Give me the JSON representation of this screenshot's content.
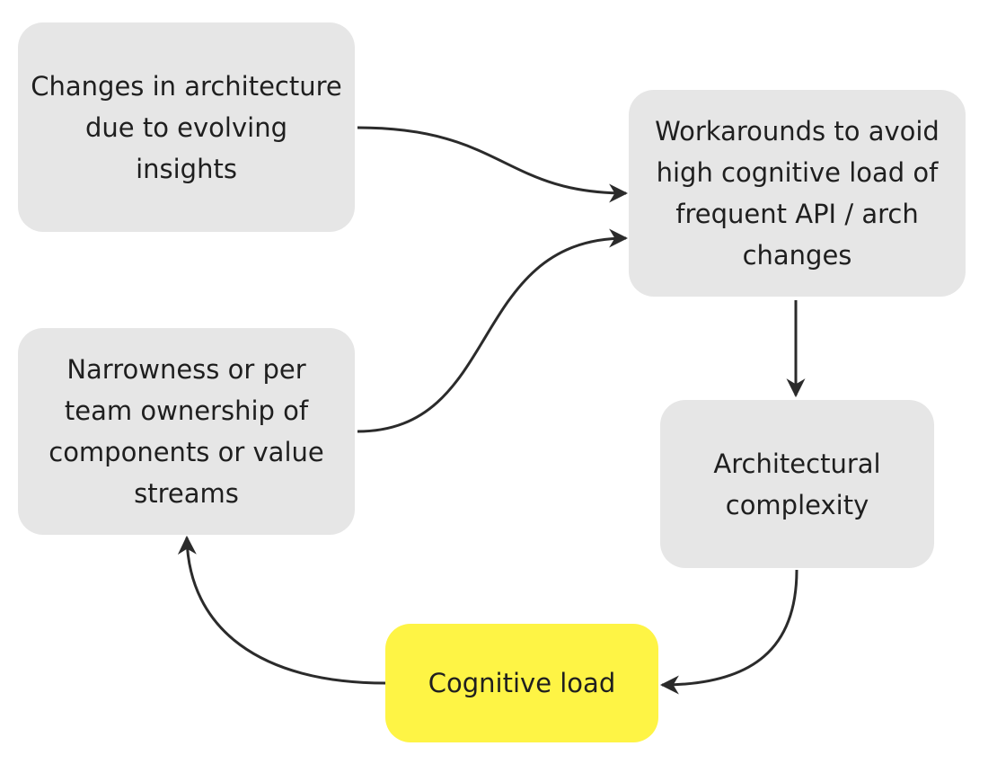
{
  "nodes": {
    "changes": "Changes in architecture due to evolving insights",
    "workarounds": "Workarounds to avoid high cognitive load of frequent API / arch changes",
    "narrowness": "Narrowness or per team ownership of components or value streams",
    "complexity": "Architectural complexity",
    "cognitive_load": "Cognitive load"
  },
  "colors": {
    "node_fill": "#e6e6e6",
    "highlight_fill": "#fef445",
    "edge": "#2b2b2b"
  },
  "edges": [
    {
      "from": "changes",
      "to": "workarounds"
    },
    {
      "from": "narrowness",
      "to": "workarounds"
    },
    {
      "from": "workarounds",
      "to": "complexity"
    },
    {
      "from": "complexity",
      "to": "cognitive_load"
    },
    {
      "from": "cognitive_load",
      "to": "narrowness"
    }
  ]
}
